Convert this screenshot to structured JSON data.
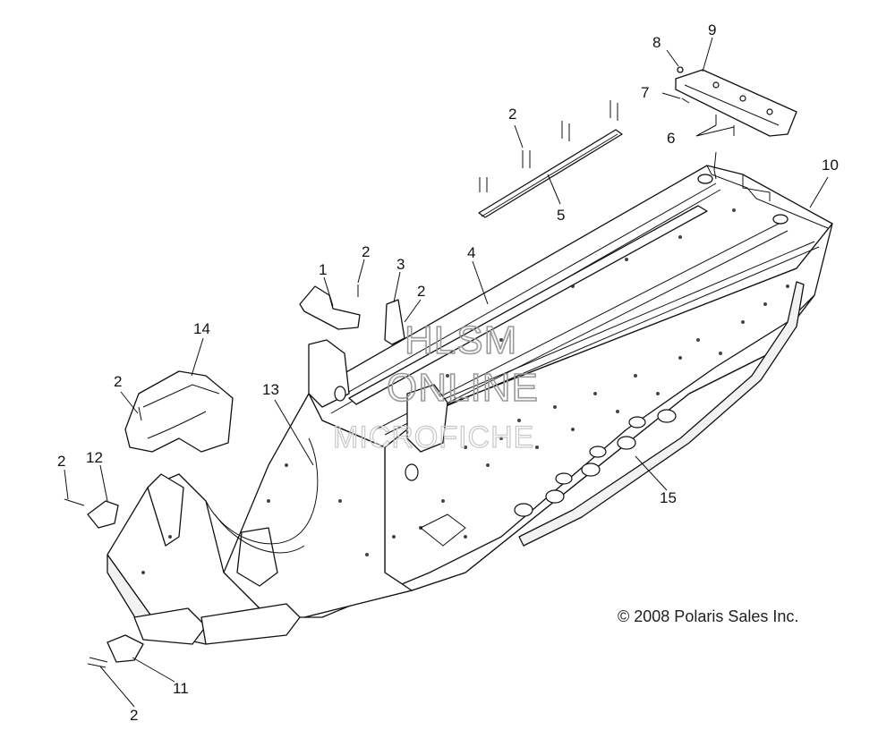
{
  "callouts": {
    "c1": "1",
    "c2a": "2",
    "c2b": "2",
    "c2c": "2",
    "c2d": "2",
    "c2e": "2",
    "c2f": "2",
    "c3": "3",
    "c4": "4",
    "c5": "5",
    "c6": "6",
    "c7": "7",
    "c8": "8",
    "c9": "9",
    "c10": "10",
    "c11": "11",
    "c12": "12",
    "c13": "13",
    "c14": "14",
    "c15": "15"
  },
  "watermark": {
    "line1": "HLSM",
    "line2": "ONLINE",
    "line3": "MICROFICHE"
  },
  "copyright": "© 2008 Polaris Sales Inc."
}
